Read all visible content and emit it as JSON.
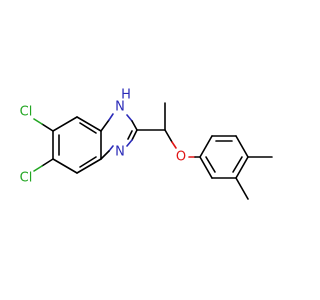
{
  "molecule": {
    "atoms": {
      "cl_top": "Cl",
      "cl_bottom": "Cl",
      "nh": "H",
      "nh_n": "N",
      "n_lower": "N",
      "o": "O"
    },
    "colors": {
      "bond": "#000000",
      "chlorine": "#22a622",
      "nitrogen": "#2a2ab8",
      "oxygen": "#e01515"
    }
  }
}
